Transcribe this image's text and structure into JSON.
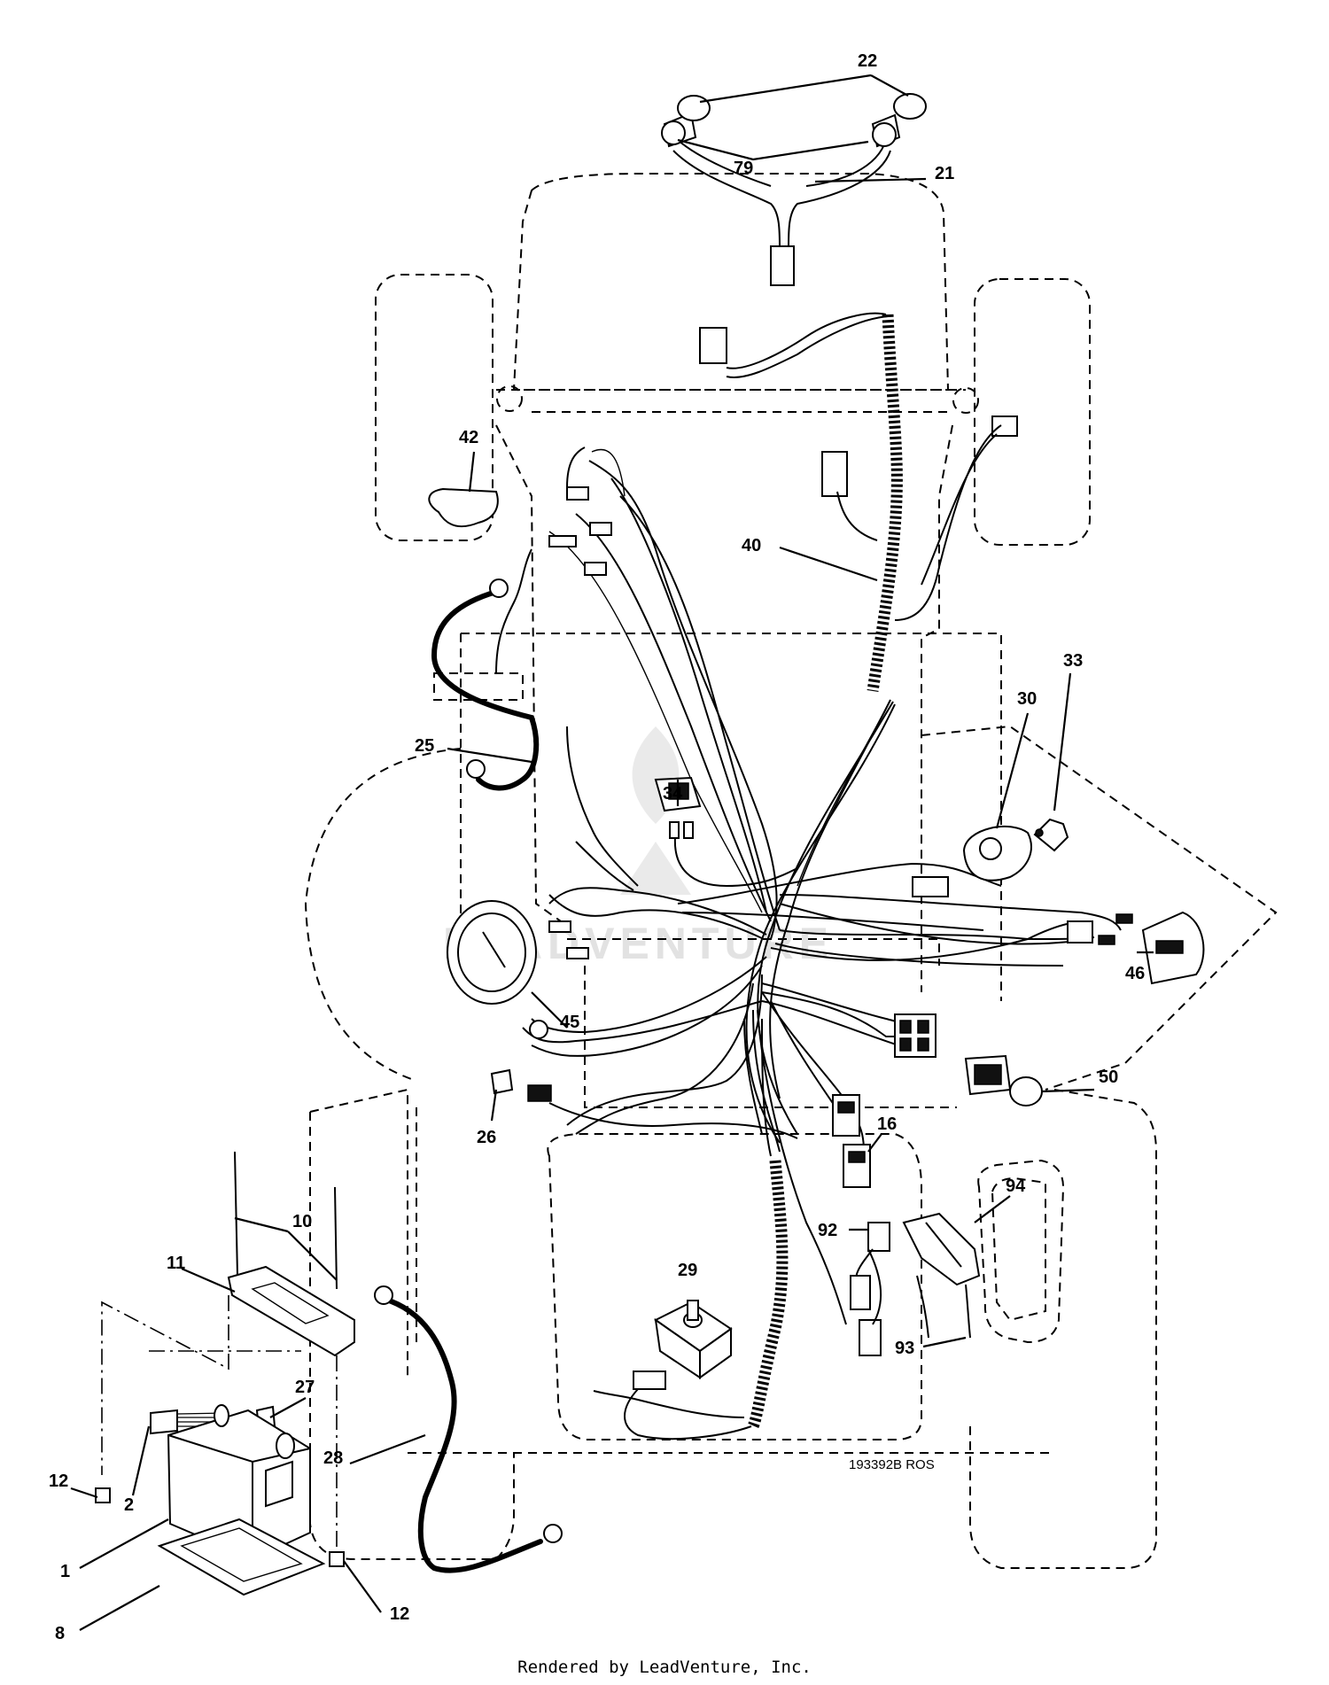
{
  "diagram": {
    "callouts": [
      "22",
      "79",
      "21",
      "42",
      "40",
      "33",
      "30",
      "25",
      "34",
      "46",
      "45",
      "50",
      "26",
      "16",
      "94",
      "92",
      "10",
      "11",
      "29",
      "93",
      "27",
      "28",
      "12",
      "2",
      "1",
      "8",
      "12"
    ],
    "drawing_code": "193392B ROS",
    "watermark_text": "LEADVENTURE"
  },
  "footer": {
    "text": "Rendered by LeadVenture, Inc."
  }
}
